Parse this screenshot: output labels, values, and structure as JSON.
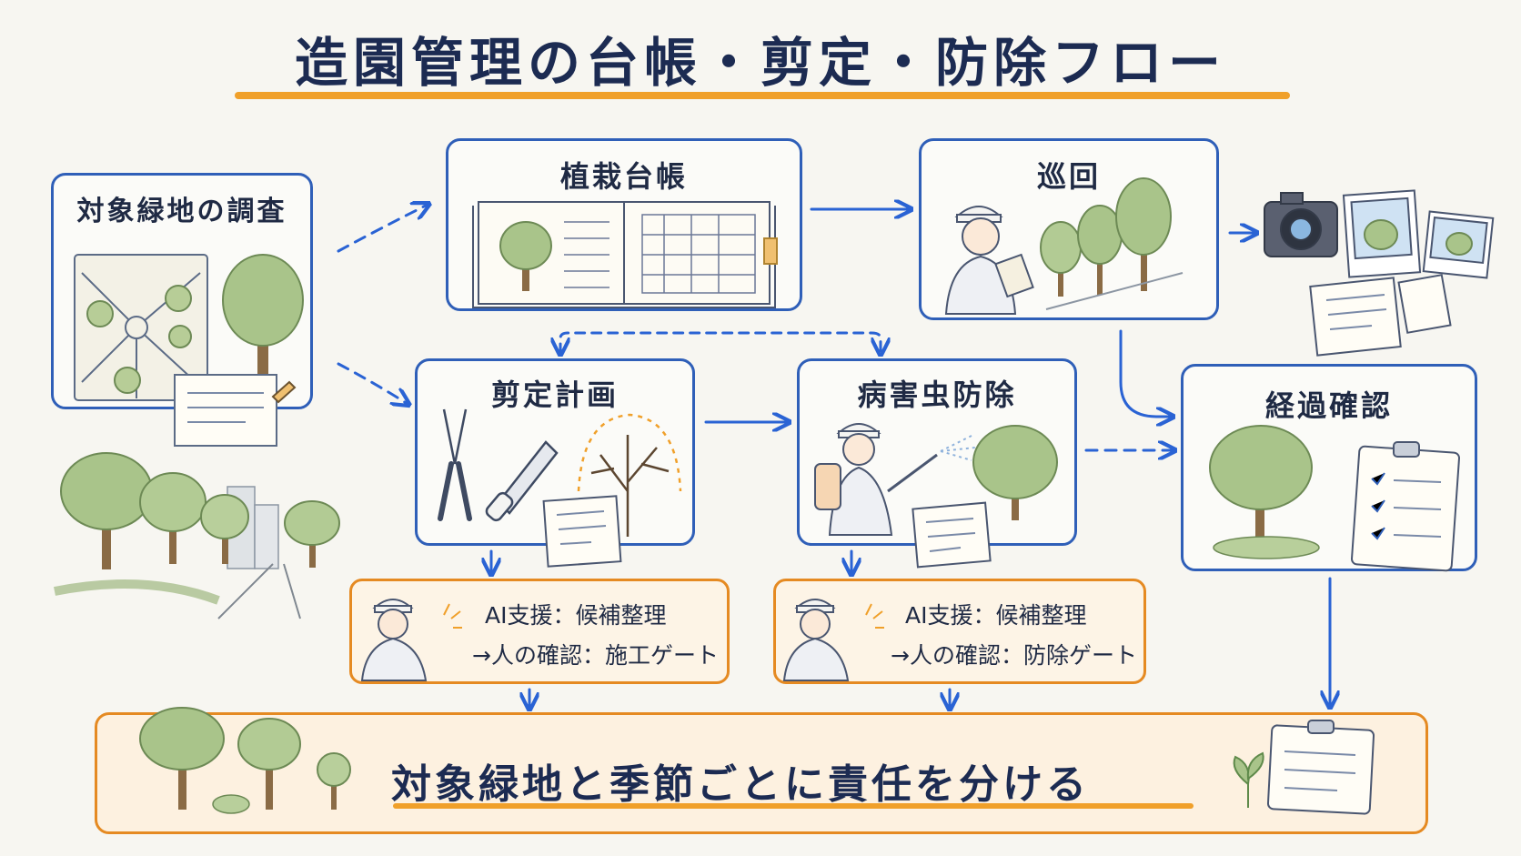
{
  "title": "造園管理の台帳・剪定・防除フロー",
  "nodes": {
    "survey": "対象緑地の調査",
    "ledger": "植栽台帳",
    "patrol": "巡回",
    "pruning_plan": "剪定計画",
    "pest_control": "病害虫防除",
    "progress_check": "経過確認"
  },
  "gates": {
    "pruning": {
      "line1": "AI支援：候補整理",
      "line2": "→人の確認：施工ゲート"
    },
    "pest": {
      "line1": "AI支援：候補整理",
      "line2": "→人の確認：防除ゲート"
    }
  },
  "footer": "対象緑地と季節ごとに責任を分ける",
  "colors": {
    "box_border": "#2f5fb8",
    "arrow": "#2a63d4",
    "accent": "#f0a02a",
    "gate_border": "#e58a22",
    "tree": "#a9c48a"
  },
  "icons": [
    "map-icon",
    "tree-icon",
    "notebook-icon",
    "worker-icon",
    "camera-icon",
    "photo-icon",
    "shears-icon",
    "saw-icon",
    "sprayer-icon",
    "clipboard-icon",
    "memo-icon",
    "sprout-icon"
  ]
}
